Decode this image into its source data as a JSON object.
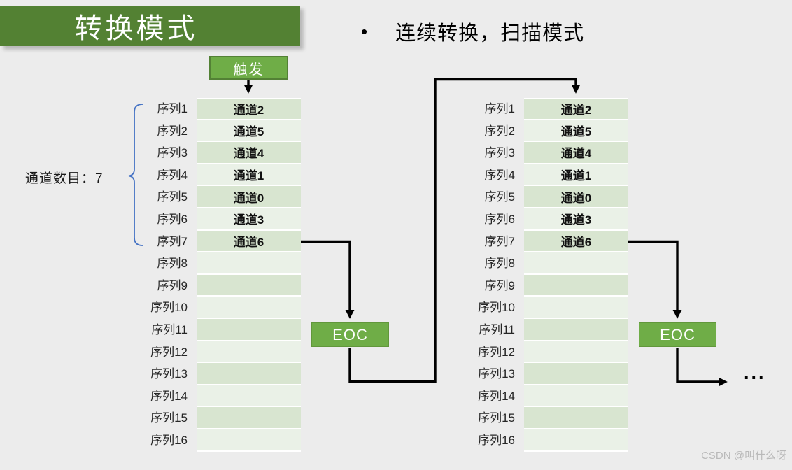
{
  "title": "转换模式",
  "bullet": {
    "marker": "•",
    "text": "连续转换，扫描模式"
  },
  "trigger_label": "触发",
  "channel_count_label": "通道数目：7",
  "eoc_left_label": "EOC",
  "eoc_right_label": "EOC",
  "ellipsis": "...",
  "watermark": "CSDN @叫什么呀",
  "colors": {
    "background": "#ececec",
    "banner_green": "#538133",
    "box_green": "#6fad47",
    "box_border_green": "#538135",
    "cell_green_dark": "#d8e5d0",
    "cell_green_light": "#eaf1e7",
    "brace_blue": "#4472c4",
    "arrow_black": "#000000",
    "watermark_gray": "#b9b9b9"
  },
  "tables": [
    {
      "name": "left-sequence-table",
      "rows": [
        {
          "seq": "序列1",
          "channel": "通道2"
        },
        {
          "seq": "序列2",
          "channel": "通道5"
        },
        {
          "seq": "序列3",
          "channel": "通道4"
        },
        {
          "seq": "序列4",
          "channel": "通道1"
        },
        {
          "seq": "序列5",
          "channel": "通道0"
        },
        {
          "seq": "序列6",
          "channel": "通道3"
        },
        {
          "seq": "序列7",
          "channel": "通道6"
        },
        {
          "seq": "序列8",
          "channel": ""
        },
        {
          "seq": "序列9",
          "channel": ""
        },
        {
          "seq": "序列10",
          "channel": ""
        },
        {
          "seq": "序列11",
          "channel": ""
        },
        {
          "seq": "序列12",
          "channel": ""
        },
        {
          "seq": "序列13",
          "channel": ""
        },
        {
          "seq": "序列14",
          "channel": ""
        },
        {
          "seq": "序列15",
          "channel": ""
        },
        {
          "seq": "序列16",
          "channel": ""
        }
      ]
    },
    {
      "name": "right-sequence-table",
      "rows": [
        {
          "seq": "序列1",
          "channel": "通道2"
        },
        {
          "seq": "序列2",
          "channel": "通道5"
        },
        {
          "seq": "序列3",
          "channel": "通道4"
        },
        {
          "seq": "序列4",
          "channel": "通道1"
        },
        {
          "seq": "序列5",
          "channel": "通道0"
        },
        {
          "seq": "序列6",
          "channel": "通道3"
        },
        {
          "seq": "序列7",
          "channel": "通道6"
        },
        {
          "seq": "序列8",
          "channel": ""
        },
        {
          "seq": "序列9",
          "channel": ""
        },
        {
          "seq": "序列10",
          "channel": ""
        },
        {
          "seq": "序列11",
          "channel": ""
        },
        {
          "seq": "序列12",
          "channel": ""
        },
        {
          "seq": "序列13",
          "channel": ""
        },
        {
          "seq": "序列14",
          "channel": ""
        },
        {
          "seq": "序列15",
          "channel": ""
        },
        {
          "seq": "序列16",
          "channel": ""
        }
      ]
    }
  ]
}
